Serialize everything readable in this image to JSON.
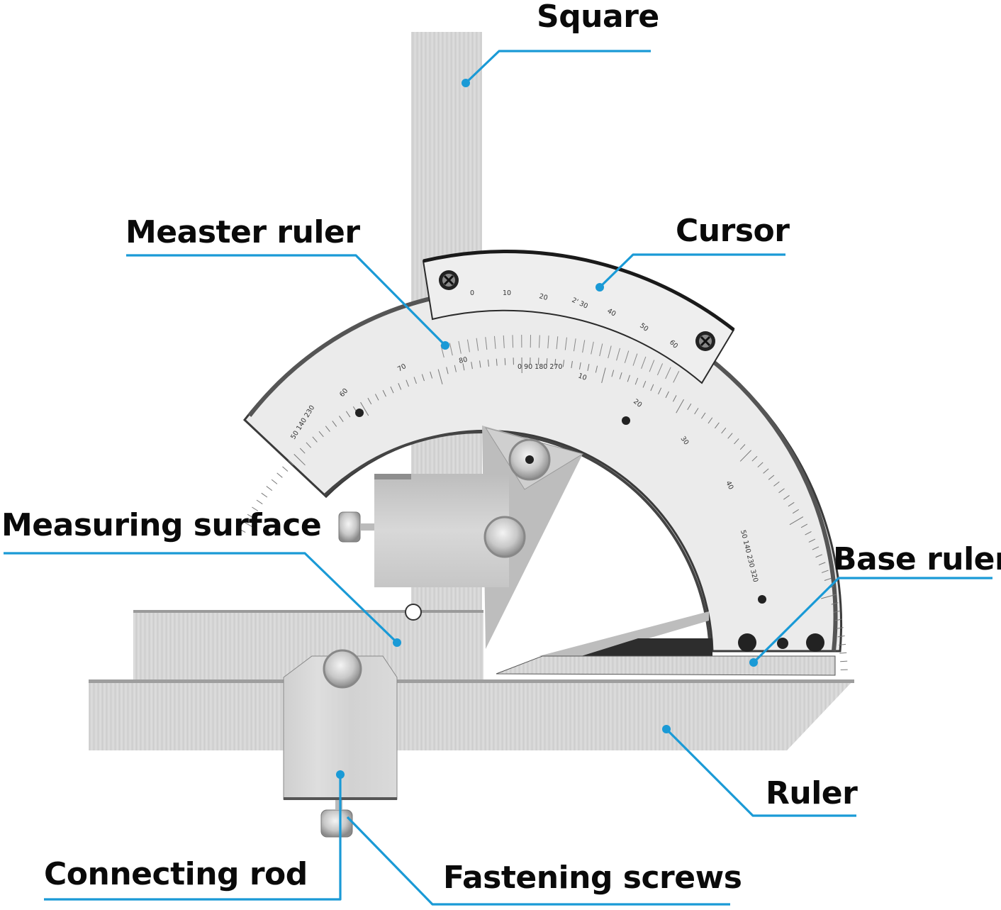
{
  "title": "Universal bevel protractor — parts diagram",
  "colors": {
    "leader_line": "#1a9ad6",
    "label_text": "#0a0a0a",
    "metal_light": "#d9d9d9",
    "metal_mid": "#c4c4c4",
    "dial_face": "#ececec",
    "dial_rim": "#3a3a3a"
  },
  "labels": [
    {
      "id": "square",
      "text": "Square"
    },
    {
      "id": "measter-ruler",
      "text": "Measter ruler"
    },
    {
      "id": "cursor",
      "text": "Cursor"
    },
    {
      "id": "measuring-surface",
      "text": "Measuring surface"
    },
    {
      "id": "base-ruler",
      "text": "Base ruler"
    },
    {
      "id": "ruler",
      "text": "Ruler"
    },
    {
      "id": "connecting-rod",
      "text": "Connecting rod"
    },
    {
      "id": "fastening-screws",
      "text": "Fastening screws"
    }
  ],
  "main_scale": {
    "labels": [
      "50 140 230",
      "60",
      "70",
      "80",
      "0 90 180 270",
      "10",
      "20",
      "30",
      "40",
      "50 140 230 320"
    ]
  },
  "vernier_scale": {
    "labels": [
      "0",
      "10",
      "20",
      "2' 30",
      "40",
      "50",
      "60"
    ]
  }
}
